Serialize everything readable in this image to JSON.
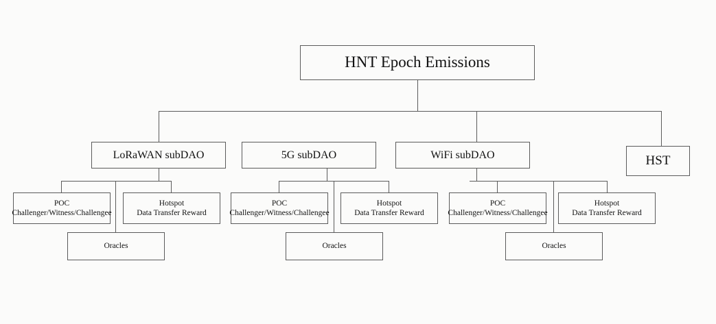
{
  "diagram": {
    "title": "HNT Epoch Emissions",
    "type": "org-chart",
    "nodes": {
      "root": {
        "label": "HNT Epoch Emissions"
      },
      "lorawan": {
        "label": "LoRaWAN subDAO"
      },
      "fiveg": {
        "label": "5G subDAO"
      },
      "wifi": {
        "label": "WiFi subDAO"
      },
      "hst": {
        "label": "HST"
      },
      "lorawan_poc": {
        "line1": "POC",
        "line2": "Challenger/Witness/Challengee"
      },
      "lorawan_hotspot": {
        "line1": "Hotspot",
        "line2": "Data Transfer Reward"
      },
      "lorawan_oracles": {
        "label": "Oracles"
      },
      "fiveg_poc": {
        "line1": "POC",
        "line2": "Challenger/Witness/Challengee"
      },
      "fiveg_hotspot": {
        "line1": "Hotspot",
        "line2": "Data Transfer Reward"
      },
      "fiveg_oracles": {
        "label": "Oracles"
      },
      "wifi_poc": {
        "line1": "POC",
        "line2": "Challenger/Witness/Challengee"
      },
      "wifi_hotspot": {
        "line1": "Hotspot",
        "line2": "Data Transfer Reward"
      },
      "wifi_oracles": {
        "label": "Oracles"
      }
    },
    "colors": {
      "background": "#fbfbfa",
      "border": "#5a5a5a",
      "text": "#111111"
    }
  }
}
